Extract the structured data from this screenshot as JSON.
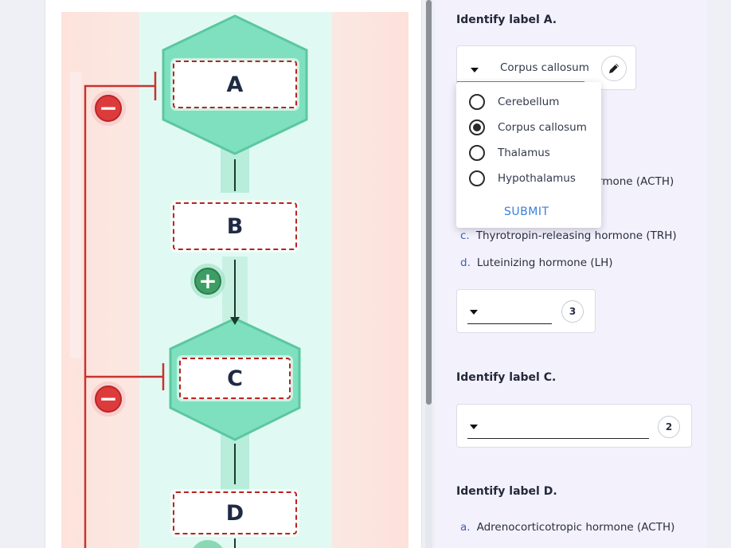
{
  "diagram": {
    "labels": {
      "a": "A",
      "b": "B",
      "c": "C",
      "d": "D"
    },
    "colors": {
      "stimulate": "#3d9e63",
      "inhibit": "#dd3b3b",
      "hexagon_fill": "#7fe0bf",
      "label_border": "#b8231f"
    }
  },
  "questions": {
    "a": {
      "title": "Identify label A.",
      "selected_value": "Corpus callosum",
      "options": [
        "Cerebellum",
        "Corpus callosum",
        "Thalamus",
        "Hypothalamus"
      ],
      "selected_index": 1,
      "submit_label": "SUBMIT"
    },
    "b": {
      "partial_option": "rmone (ACTH)",
      "options": [
        {
          "letter": "c.",
          "text": "Thyrotropin-releasing hormone (TRH)"
        },
        {
          "letter": "d.",
          "text": "Luteinizing hormone (LH)"
        }
      ],
      "count": "3"
    },
    "c": {
      "title": "Identify label C.",
      "count": "2"
    },
    "d": {
      "title": "Identify label D.",
      "options": [
        {
          "letter": "a.",
          "text": "Adrenocorticotropic hormone (ACTH)"
        }
      ]
    }
  },
  "icons": {
    "edit": "pencil-icon",
    "dropdown": "caret-down-icon",
    "plus": "plus-icon",
    "minus": "minus-icon"
  }
}
